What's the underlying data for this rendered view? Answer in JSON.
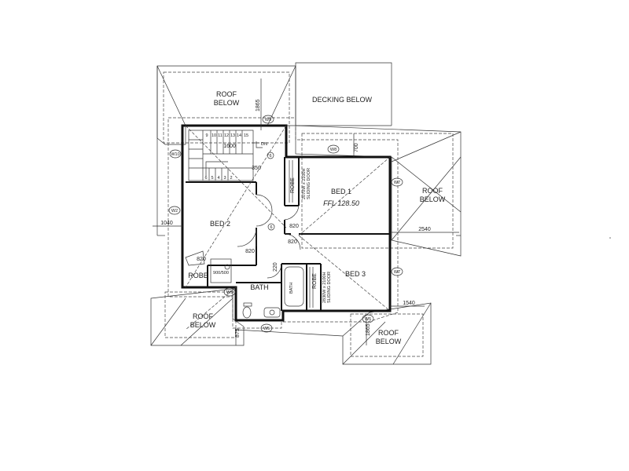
{
  "labels": {
    "roof_below_top_a": "ROOF",
    "roof_below_top_b": "BELOW",
    "decking_below": "DECKING BELOW",
    "roof_below_right_a": "ROOF",
    "roof_below_right_b": "BELOW",
    "roof_below_bl_a": "ROOF",
    "roof_below_bl_b": "BELOW",
    "roof_below_br_a": "ROOF",
    "roof_below_br_b": "BELOW",
    "bed1": "BED 1",
    "bed2": "BED 2",
    "bed3": "BED 3",
    "bath": "BATH",
    "robe1": "ROBE",
    "robe2": "ROBE",
    "robe3": "ROBE",
    "ffl": "FFL 128.50",
    "dn": "DN",
    "sliding1_a": "2070W x 2100H",
    "sliding1_b": "SLIDING DOOR",
    "sliding3_a": "2830W x 2100H",
    "sliding3_b": "SLIDING DOOR",
    "bath_fixture": "BATH",
    "vanity": "900/500"
  },
  "dimensions": {
    "d1865": "1865",
    "d1600": "1600",
    "d350": "350",
    "d700": "700",
    "d1040": "1040",
    "d2540": "2540",
    "d820a": "820",
    "d820b": "820",
    "d820c": "820",
    "d820d": "820",
    "d220": "220",
    "d1540": "1540",
    "d875": "875",
    "d1865b": "1865"
  },
  "window_tags": {
    "w9": "W9",
    "w8": "W8",
    "w7a": "W7",
    "w7b": "W7",
    "w10": "W10",
    "w2": "W2",
    "w5a": "W5",
    "w5b": "W5",
    "w5c": "W5"
  },
  "stair_numbers": [
    "9",
    "10",
    "11",
    "12",
    "13",
    "14",
    "15"
  ],
  "stair_numbers_low": [
    "6",
    "5",
    "4",
    "3",
    "2"
  ],
  "door_marks": {
    "sa": "6",
    "sb": "6"
  }
}
